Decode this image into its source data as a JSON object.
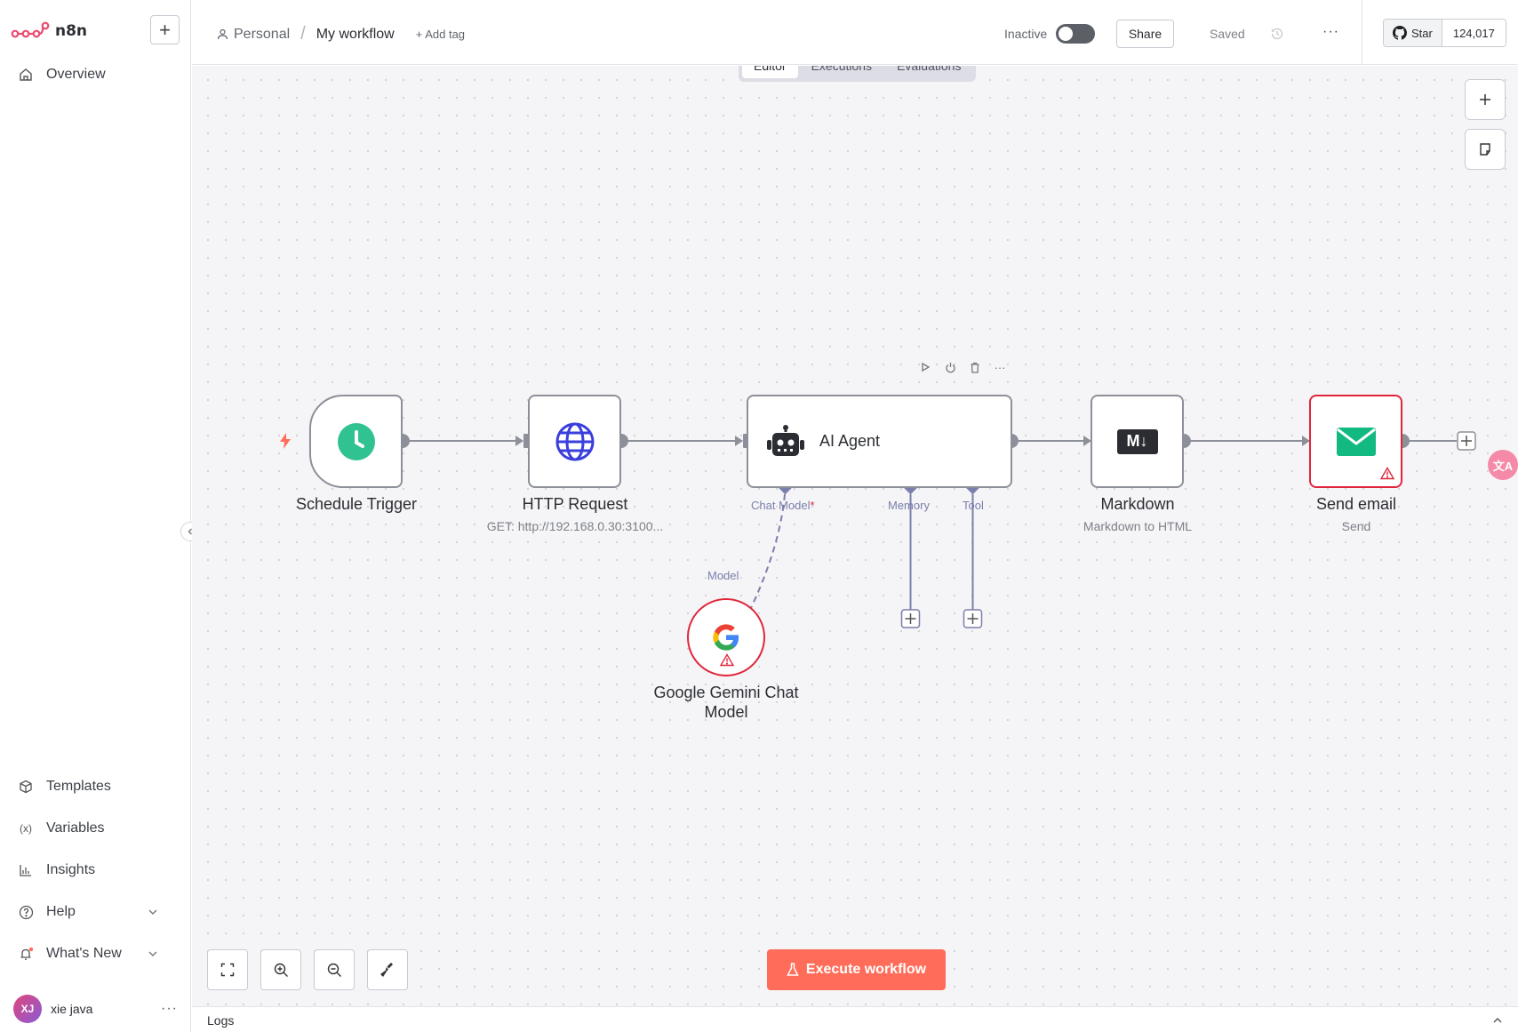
{
  "app": {
    "logo_text": "n8n",
    "brand_color": "#ea4b71"
  },
  "sidebar": {
    "new_button": "+",
    "overview": "Overview",
    "bottom_items": [
      {
        "label": "Templates",
        "icon": "box-icon"
      },
      {
        "label": "Variables",
        "icon": "variable-icon"
      },
      {
        "label": "Insights",
        "icon": "chart-icon"
      },
      {
        "label": "Help",
        "icon": "help-circle-icon"
      },
      {
        "label": "What's New",
        "icon": "bell-icon"
      }
    ],
    "user": {
      "initials": "XJ",
      "name": "xie java",
      "more": "···"
    }
  },
  "header": {
    "breadcrumb_project": "Personal",
    "breadcrumb_separator": "/",
    "workflow_name": "My workflow",
    "add_tag": "+ Add tag",
    "status": "Inactive",
    "share": "Share",
    "saved": "Saved",
    "more": "···",
    "github": {
      "star": "Star",
      "count": "124,017"
    }
  },
  "tabs": [
    {
      "label": "Editor",
      "active": true
    },
    {
      "label": "Executions",
      "active": false
    },
    {
      "label": "Evaluations",
      "active": false
    }
  ],
  "nodes": {
    "schedule": {
      "title": "Schedule Trigger",
      "icon_color": "#30c291"
    },
    "http": {
      "title": "HTTP Request",
      "subtitle": "GET: http://192.168.0.30:3100...",
      "icon_color": "#3a3fdc"
    },
    "agent": {
      "title": "AI Agent"
    },
    "markdown": {
      "title": "Markdown",
      "subtitle": "Markdown to HTML",
      "icon_text": "M↓"
    },
    "email": {
      "title": "Send email",
      "subtitle": "Send",
      "icon_color": "#12b981",
      "error_color": "#e0263c"
    },
    "gemini": {
      "title_line1": "Google Gemini Chat",
      "title_line2": "Model"
    }
  },
  "ports": {
    "chat_model": "Chat Model",
    "required_mark": "*",
    "memory": "Memory",
    "tool": "Tool",
    "model": "Model"
  },
  "canvas": {
    "execute": "Execute workflow",
    "accent_color": "#ff6d5a",
    "translate_badge": "文A"
  },
  "logs": {
    "label": "Logs"
  }
}
